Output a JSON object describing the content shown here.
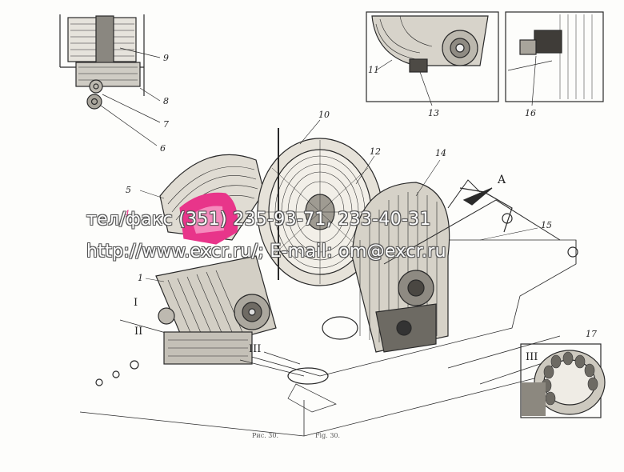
{
  "figure": {
    "caption_ru": "Рис. 30.",
    "caption_en": "Fig. 30.",
    "arrow_label": "A",
    "part_labels": [
      "1",
      "4",
      "5",
      "6",
      "7",
      "8",
      "9",
      "10",
      "11",
      "12",
      "13",
      "14",
      "15",
      "16",
      "17"
    ],
    "section_labels": [
      "I",
      "II",
      "III",
      "III"
    ]
  },
  "watermark": {
    "line1": "тел/факс (351) 235-93-71, 233-40-31",
    "line2": "http://www.excr.ru/; E-mail: om@excr.ru"
  },
  "colors": {
    "ink": "#2a2a2a",
    "highlight": "#e8358a",
    "paper": "#fdfdfb"
  }
}
